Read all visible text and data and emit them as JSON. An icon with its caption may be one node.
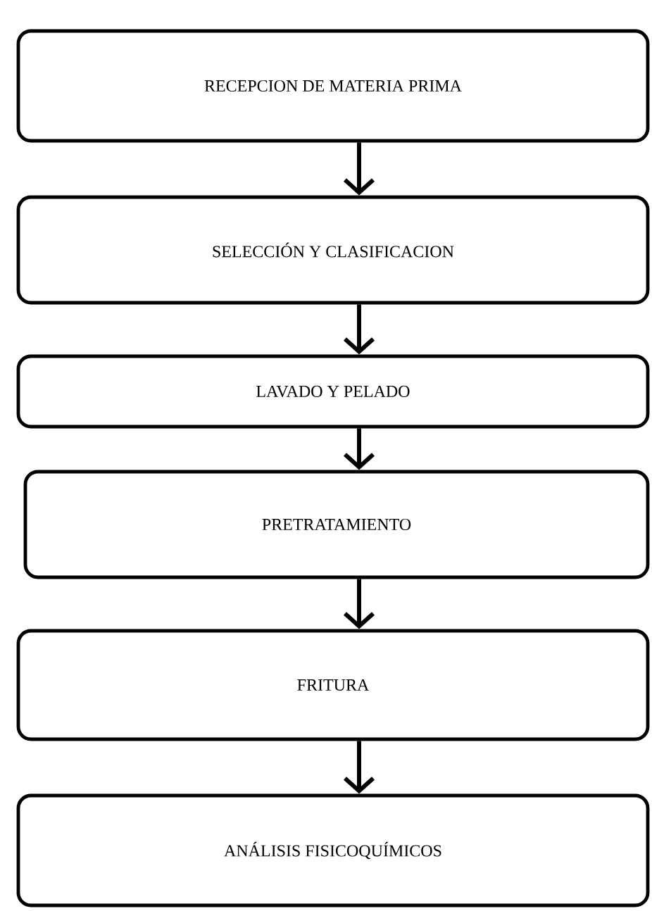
{
  "diagram": {
    "nodes": [
      {
        "text": [
          "RECEPCION DE MATERIA PRIMA"
        ]
      },
      {
        "text": [
          "SELECCIÓN Y CLASIFICACION"
        ]
      },
      {
        "text": [
          "LAVADO Y PELADO"
        ]
      },
      {
        "text": [
          "PRETRATAMIENTO"
        ]
      },
      {
        "text": [
          "FRITURA"
        ]
      },
      {
        "text": [
          "ANÁLISIS FISICOQUÍMICOS"
        ]
      }
    ],
    "edges": [
      {
        "from": 0,
        "to": 1,
        "arrow": "to"
      },
      {
        "from": 1,
        "to": 2,
        "arrow": "to"
      },
      {
        "from": 2,
        "to": 3,
        "arrow": "to"
      },
      {
        "from": 3,
        "to": 4,
        "arrow": "to"
      },
      {
        "from": 4,
        "to": 5,
        "arrow": "to"
      }
    ]
  }
}
